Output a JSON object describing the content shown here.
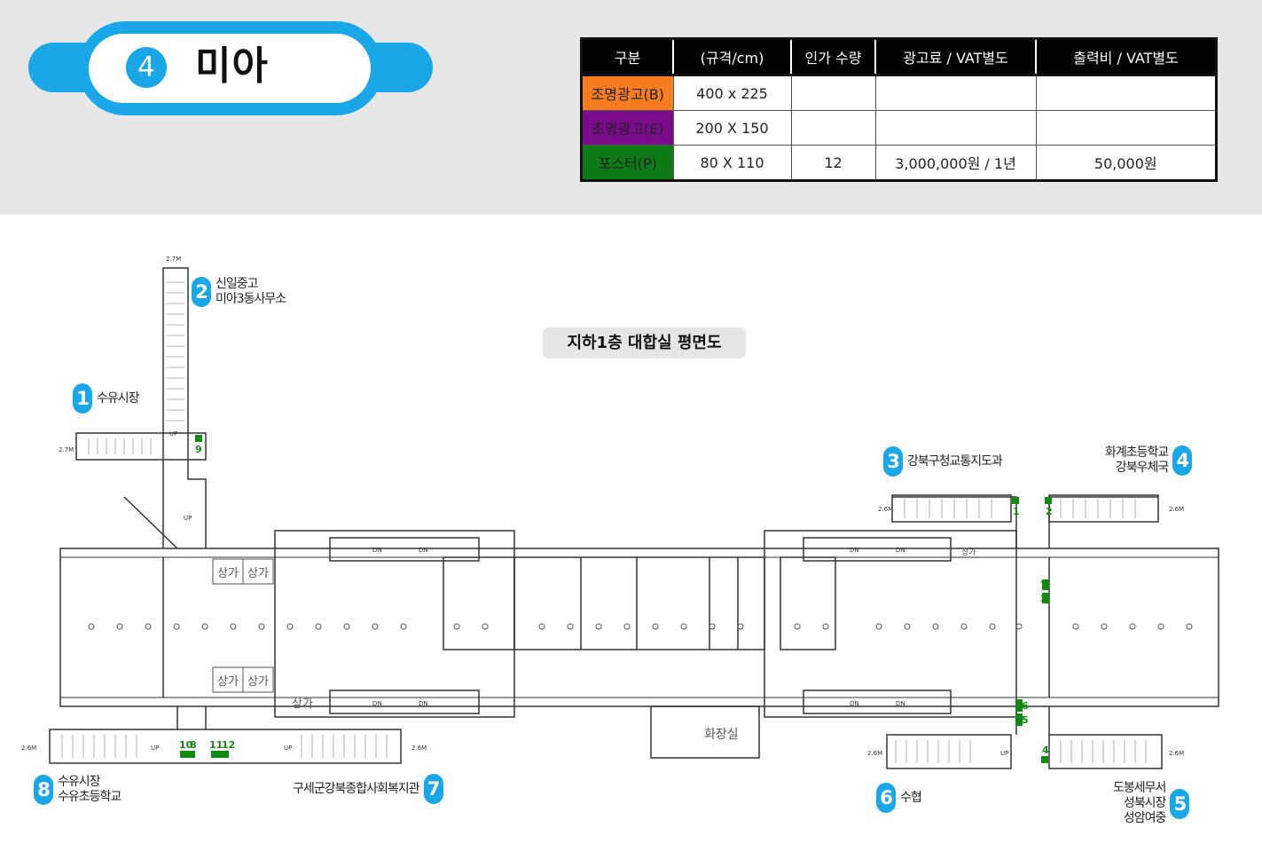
{
  "station": {
    "number": "4",
    "name": "미아"
  },
  "table": {
    "headers": [
      "구분",
      "(규격/cm)",
      "인가 수량",
      "광고료 / VAT별도",
      "출력비 / VAT별도"
    ],
    "rows": [
      {
        "label": "조명광고(B)",
        "color": "#f57c1f",
        "size": "400 x 225",
        "qty": "",
        "fee": "",
        "print": ""
      },
      {
        "label": "조명광고(E)",
        "color": "#7a0c8c",
        "size": "200 X 150",
        "qty": "",
        "fee": "",
        "print": ""
      },
      {
        "label": "포스터(P)",
        "color": "#0e7a16",
        "size": "80 X 110",
        "qty": "12",
        "fee": "3,000,000원 / 1년",
        "print": "50,000원"
      }
    ]
  },
  "plan": {
    "label": "지하1층 대합실 평면도",
    "exits": [
      {
        "num": "1",
        "lines": [
          "수유시장"
        ]
      },
      {
        "num": "2",
        "lines": [
          "신일중고",
          "미아3동사무소"
        ]
      },
      {
        "num": "3",
        "lines": [
          "강북구청교통지도과"
        ]
      },
      {
        "num": "4",
        "lines": [
          "화계초등학교",
          "강북우체국"
        ]
      },
      {
        "num": "5",
        "lines": [
          "도봉세무서",
          "성북시장",
          "성암여중"
        ]
      },
      {
        "num": "6",
        "lines": [
          "수협"
        ]
      },
      {
        "num": "7",
        "lines": [
          "구세군강북종합사회복지관"
        ]
      },
      {
        "num": "8",
        "lines": [
          "수유시장",
          "수유초등학교"
        ]
      }
    ],
    "shops": [
      "상가",
      "상가",
      "상가",
      "상가",
      "상가",
      "상가"
    ],
    "restroom": "화장실",
    "heights": [
      "2.7M",
      "2.7M",
      "2.6M",
      "2.6M",
      "2.6M",
      "2.6M",
      "2.6M",
      "2.6M"
    ],
    "up_label": "UP",
    "dn_label": "DN",
    "poster_marks": [
      "1",
      "2",
      "3",
      "4",
      "5",
      "6",
      "7",
      "8",
      "9",
      "10",
      "11",
      "12"
    ],
    "poster_color": "#118a11"
  }
}
